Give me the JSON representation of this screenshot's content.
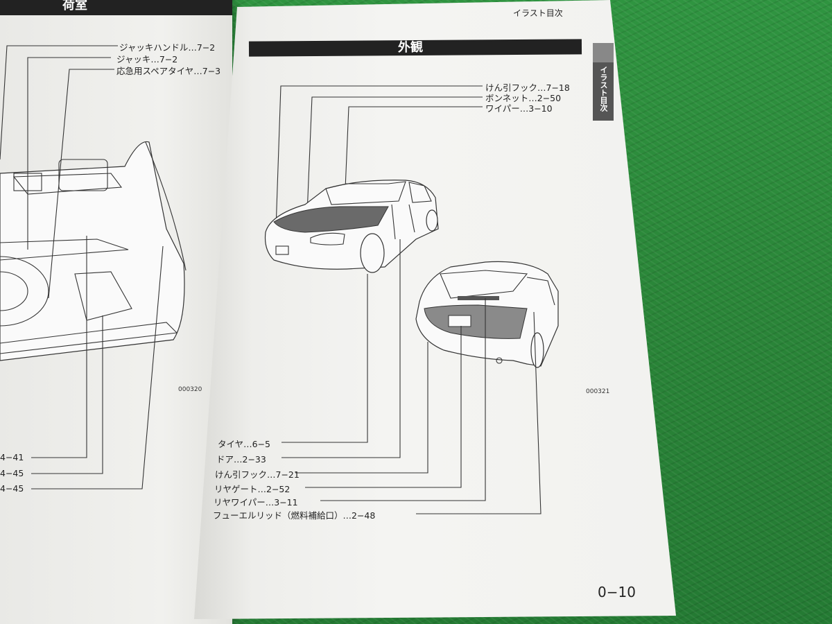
{
  "left_page": {
    "section_title": "荷室",
    "top_labels": [
      "ジャッキハンドル…7−2",
      "ジャッキ…7−2",
      "応急用スペアタイヤ…7−3"
    ],
    "figure_code": "000320",
    "bottom_labels": [
      "4−41",
      "4−45",
      "4−45"
    ]
  },
  "right_page": {
    "corner_label": "イラスト目次",
    "section_title": "外観",
    "side_tab": "イラスト目次",
    "top_labels": [
      "けん引フック…7−18",
      "ボンネット…2−50",
      "ワイパー…3−10"
    ],
    "figure_code": "000321",
    "bottom_labels": [
      "タイヤ…6−5",
      "ドア…2−33",
      "けん引フック…7−21",
      "リヤゲート…2−52",
      "リヤワイパー…3−11",
      "フューエルリッド（燃料補給口）…2−48"
    ],
    "page_number": "0−10"
  }
}
